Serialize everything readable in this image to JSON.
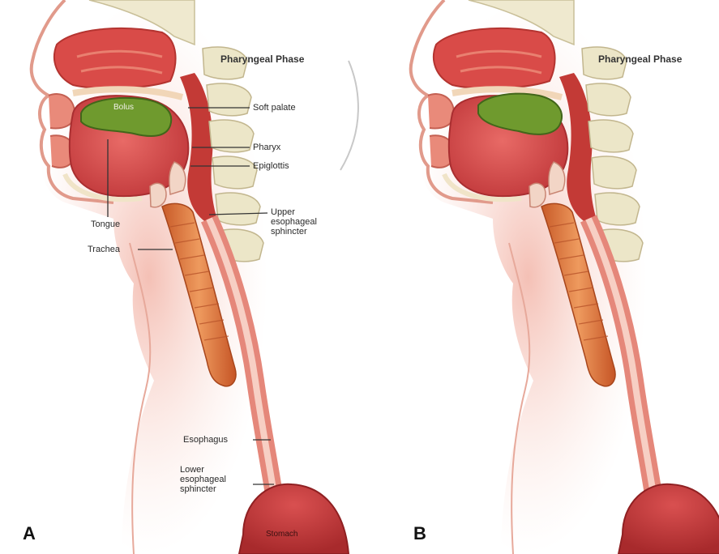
{
  "panels": [
    {
      "letter": "A",
      "title": "Pharyngeal Phase",
      "labels": {
        "bolus": "Bolus",
        "soft_palate": "Soft palate",
        "pharynx": "Pharyx",
        "epiglottis": "Epiglottis",
        "upper_sphincter": [
          "Upper",
          "esophageal",
          "sphincter"
        ],
        "tongue": "Tongue",
        "trachea": "Trachea",
        "esophagus": "Esophagus",
        "lower_sphincter": [
          "Lower",
          "esophageal",
          "sphincter"
        ],
        "stomach": "Stomach"
      }
    },
    {
      "letter": "B",
      "title": "Pharyngeal Phase"
    }
  ],
  "colors": {
    "tissue": "#e8897a",
    "tissue_light": "#f6c7bb",
    "tongue": "#d8484a",
    "nasal": "#d94b48",
    "bolus": "#6f9a2e",
    "bone": "#e9e4c2",
    "trachea": "#d8703a",
    "stomach": "#c9383a"
  }
}
